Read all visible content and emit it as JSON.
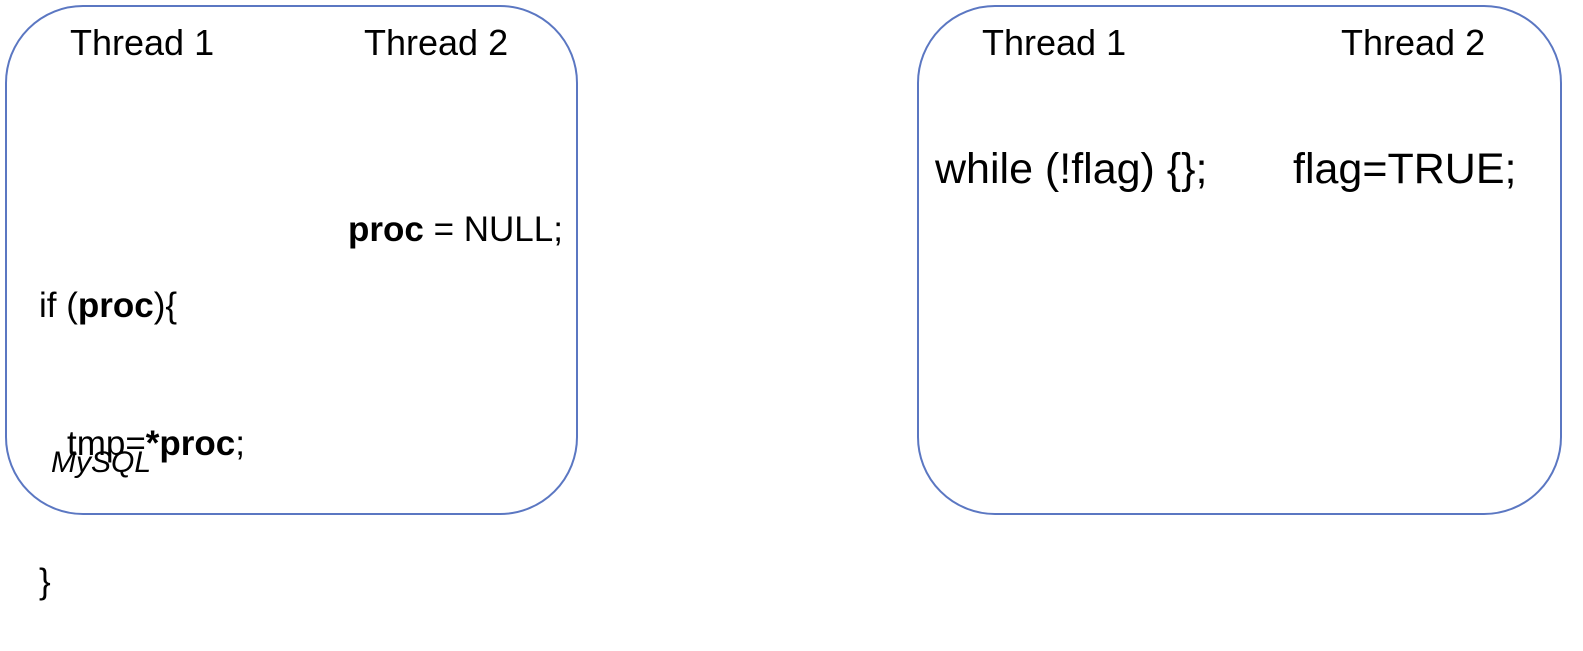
{
  "left_panel": {
    "thread1_header": "Thread 1",
    "thread2_header": "Thread 2",
    "thread1_code": {
      "line1_prefix": "if (",
      "line1_var": "proc",
      "line1_suffix": "){",
      "line2_prefix": "tmp=",
      "line2_deref": "*proc",
      "line2_suffix": ";",
      "line3": "}"
    },
    "thread2_code": {
      "var": "proc",
      "suffix": " = NULL;"
    },
    "caption": "MySQL"
  },
  "right_panel": {
    "thread1_header": "Thread 1",
    "thread2_header": "Thread 2",
    "thread1_code": "while (!flag) {};",
    "thread2_code": "flag=TRUE;"
  },
  "colors": {
    "box_border": "#5b77c2",
    "text": "#000000",
    "background": "#ffffff"
  }
}
